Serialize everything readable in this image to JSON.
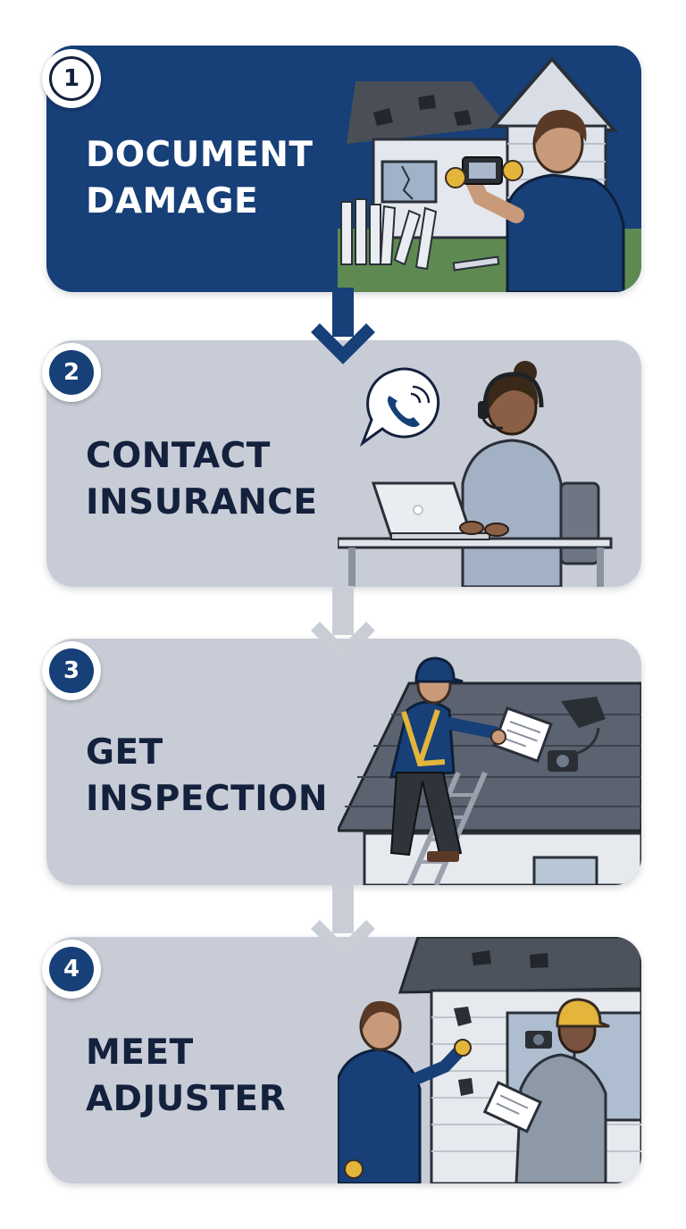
{
  "steps": [
    {
      "number": "1",
      "title_line1": "DOCUMENT",
      "title_line2": "DAMAGE"
    },
    {
      "number": "2",
      "title_line1": "CONTACT",
      "title_line2": "INSURANCE"
    },
    {
      "number": "3",
      "title_line1": "GET",
      "title_line2": "INSPECTION"
    },
    {
      "number": "4",
      "title_line1": "MEET",
      "title_line2": "ADJUSTER"
    }
  ],
  "colors": {
    "active_card": "#173f78",
    "inactive_card": "#c7ccd6",
    "title_dark": "#14213d",
    "title_light": "#ffffff",
    "arrow_active": "#173f78",
    "arrow_inactive": "#c9ced6"
  },
  "icons": {
    "step1": "house-damage-photo-scene",
    "step2": "phone-call-agent-scene",
    "step3": "roof-inspector-scene",
    "step4": "adjuster-meeting-scene",
    "connector": "chevron-down-arrow-icon"
  }
}
